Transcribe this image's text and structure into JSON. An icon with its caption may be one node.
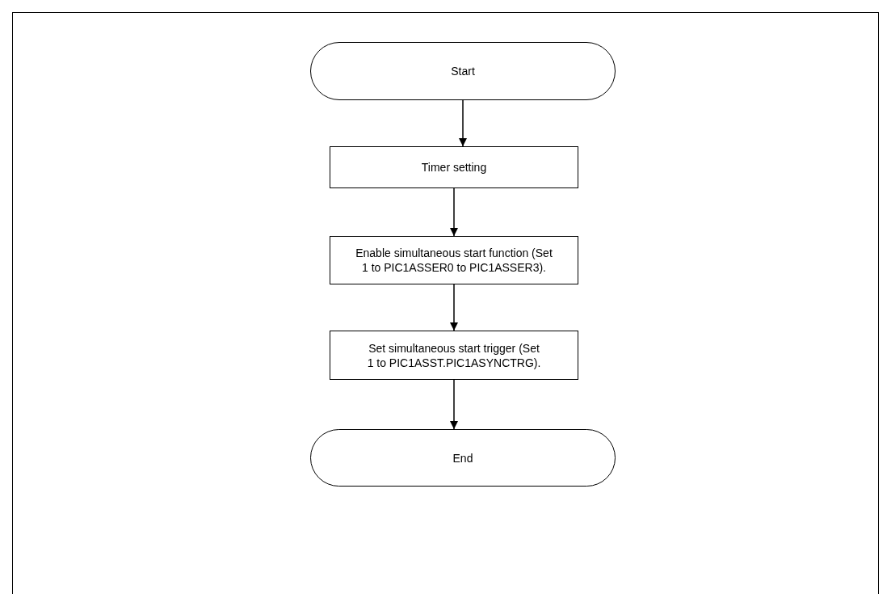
{
  "diagram": {
    "nodes": [
      {
        "text": [
          "Start"
        ]
      },
      {
        "text": [
          "Timer setting"
        ]
      },
      {
        "text": [
          "Enable simultaneous start function (Set 1 to PIC1ASSER0 to PIC1ASSER3)."
        ]
      },
      {
        "text": [
          "Set simultaneous start trigger (Set 1 to PIC1ASST.PIC1ASYNCTRG)."
        ]
      },
      {
        "text": [
          "End"
        ]
      }
    ],
    "edges": [
      {
        "from": 0,
        "to": 1,
        "arrow": "to"
      },
      {
        "from": 1,
        "to": 2,
        "arrow": "to"
      },
      {
        "from": 2,
        "to": 3,
        "arrow": "to"
      },
      {
        "from": 3,
        "to": 4,
        "arrow": "to"
      }
    ]
  }
}
